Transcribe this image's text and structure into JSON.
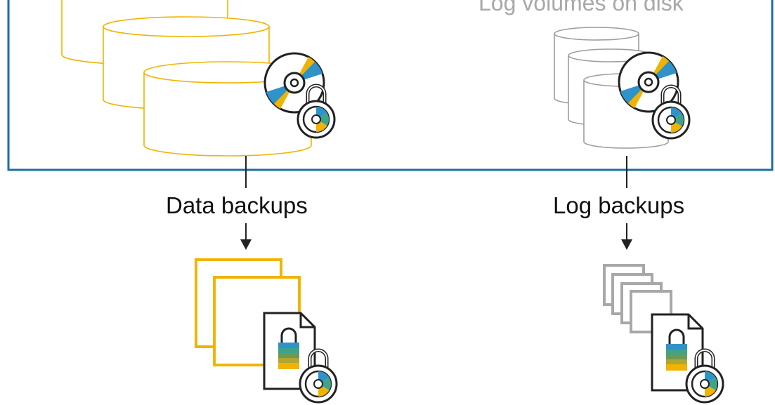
{
  "labels": {
    "log_volumes": "Log volumes on disk",
    "data_backups": "Data backups",
    "log_backups": "Log backups"
  },
  "colors": {
    "frame": "#1d6fa1",
    "data_accent": "#f0b400",
    "log_accent": "#9c9c9c",
    "arrow": "#222222"
  },
  "icons": {
    "data_volumes": "database-stack-icon",
    "log_volumes": "database-stack-icon",
    "encryption": "encrypted-disc-icon",
    "lock": "padlock-icon",
    "data_backup_files": "document-stack-icon",
    "log_backup_files": "document-stack-icon",
    "encrypted_file": "encrypted-file-icon"
  }
}
